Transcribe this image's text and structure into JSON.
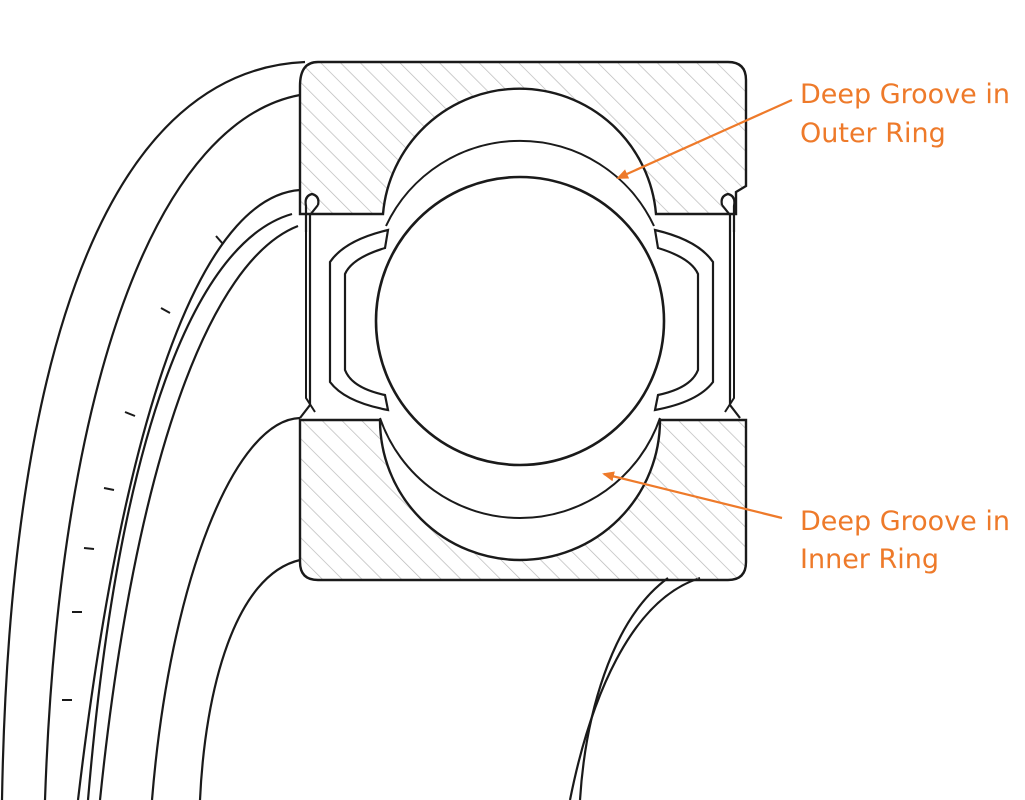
{
  "colors": {
    "line": "#1a1a1a",
    "hatch": "#b8b8b8",
    "accent": "#ee7a2a",
    "background": "#ffffff"
  },
  "labels": {
    "outer_groove": {
      "line1": "Deep Groove in",
      "line2": "Outer Ring"
    },
    "inner_groove": {
      "line1": "Deep Groove in",
      "line2": "Inner Ring"
    }
  }
}
